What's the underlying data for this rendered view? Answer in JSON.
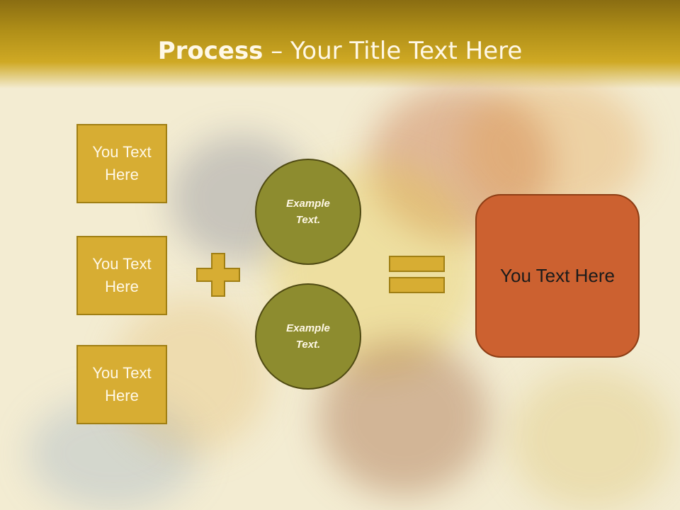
{
  "title": {
    "bold": "Process",
    "rest": " – Your Title Text Here"
  },
  "inputs": [
    "You Text Here",
    "You Text Here",
    "You Text Here"
  ],
  "circles": [
    "Example Text.",
    "Example Text."
  ],
  "result": "You Text Here",
  "operators": {
    "plus": "plus-sign",
    "equals": "equals-sign"
  },
  "colors": {
    "header": "#b08f18",
    "box_fill": "#d7ad33",
    "circle_fill": "#8d8c2f",
    "result_fill": "#cc6130"
  }
}
